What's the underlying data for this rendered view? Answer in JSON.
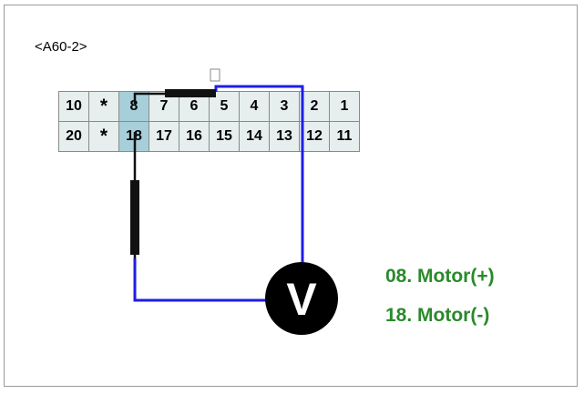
{
  "connector": {
    "id": "<A60-2>"
  },
  "pins": {
    "row1": [
      "10",
      "*",
      "8",
      "7",
      "6",
      "5",
      "4",
      "3",
      "2",
      "1"
    ],
    "row2": [
      "20",
      "*",
      "18",
      "17",
      "16",
      "15",
      "14",
      "13",
      "12",
      "11"
    ]
  },
  "meter": {
    "symbol": "V"
  },
  "legend": {
    "pin8": "08. Motor(+)",
    "pin18": "18. Motor(-)"
  },
  "colors": {
    "pin_cell": "#e6eeee",
    "highlight": "#a7cfd9",
    "wire_blue": "#1e1ee6",
    "probe_black": "#111111",
    "legend_green": "#2a8a2a"
  }
}
